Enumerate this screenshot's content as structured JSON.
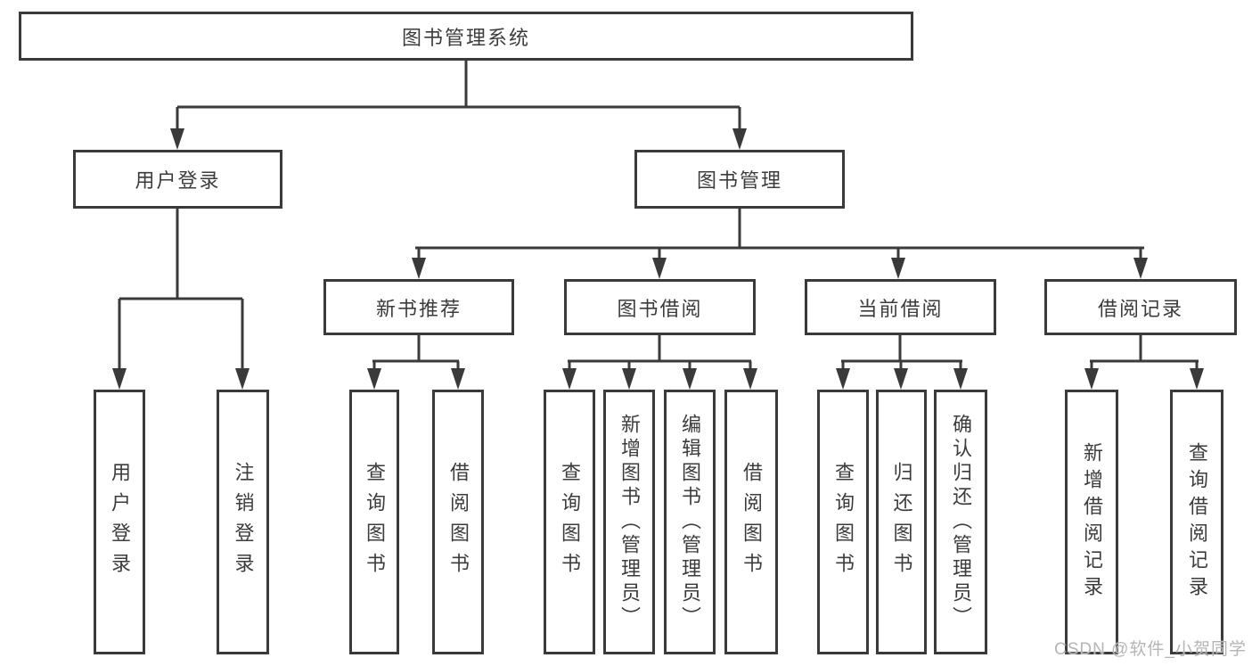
{
  "diagram_title": "图书管理系统",
  "colors": {
    "line": "#3a3a3a",
    "text": "#3c3c3c",
    "watermark": "#b5b5b5",
    "background": "#ffffff"
  },
  "nodes": {
    "root": "图书管理系统",
    "user_login": "用户登录",
    "book_mgmt": "图书管理",
    "new_book_rec": "新书推荐",
    "book_borrow": "图书借阅",
    "current_borrow": "当前借阅",
    "borrow_record": "借阅记录",
    "leaf_user_login": "用户登录",
    "leaf_logout": "注销登录",
    "rec_query_book": "查询图书",
    "rec_borrow_book": "借阅图书",
    "bb_query_book": "查询图书",
    "bb_add_book": "新增图书（管理员）",
    "bb_edit_book": "编辑图书（管理员）",
    "bb_borrow_book": "借阅图书",
    "cb_query_book": "查询图书",
    "cb_return_book": "归还图书",
    "cb_confirm_return": "确认归还（管理员）",
    "br_add_record": "新增借阅记录",
    "br_query_record": "查询借阅记录"
  },
  "hierarchy": {
    "图书管理系统": {
      "用户登录": [
        "用户登录",
        "注销登录"
      ],
      "图书管理": {
        "新书推荐": [
          "查询图书",
          "借阅图书"
        ],
        "图书借阅": [
          "查询图书",
          "新增图书（管理员）",
          "编辑图书（管理员）",
          "借阅图书"
        ],
        "当前借阅": [
          "查询图书",
          "归还图书",
          "确认归还（管理员）"
        ],
        "借阅记录": [
          "新增借阅记录",
          "查询借阅记录"
        ]
      }
    }
  },
  "watermark": "CSDN @软件_小贺同学"
}
